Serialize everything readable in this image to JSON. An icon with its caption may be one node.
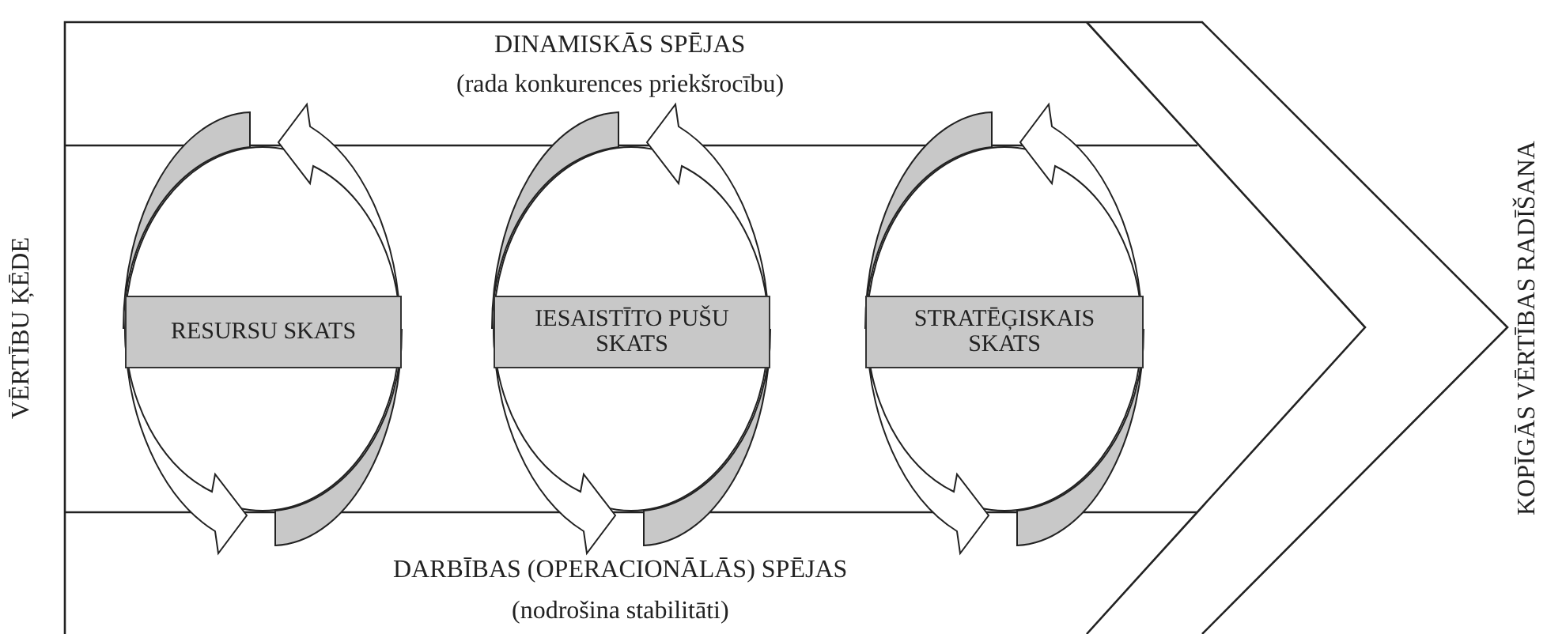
{
  "diagram": {
    "nodes": [
      {
        "text": [
          "RESURSU SKATS"
        ]
      },
      {
        "text": [
          "IESAISTĪTO PUŠU SKATS"
        ]
      },
      {
        "text": [
          "STRATĒĢISKAIS SKATS"
        ]
      }
    ],
    "edges": [],
    "labels": [
      "DINAMISKĀS SPĒJAS",
      "(rada konkurences priekšrocību)",
      "VĒRTĪBU ĶĒDE",
      "DARBĪBAS (OPERACIONĀLĀS) SPĒJAS",
      "(nodrošina stabilitāti)",
      "KOPĪGĀS VĒRTĪBAS RADĪŠANA"
    ]
  }
}
